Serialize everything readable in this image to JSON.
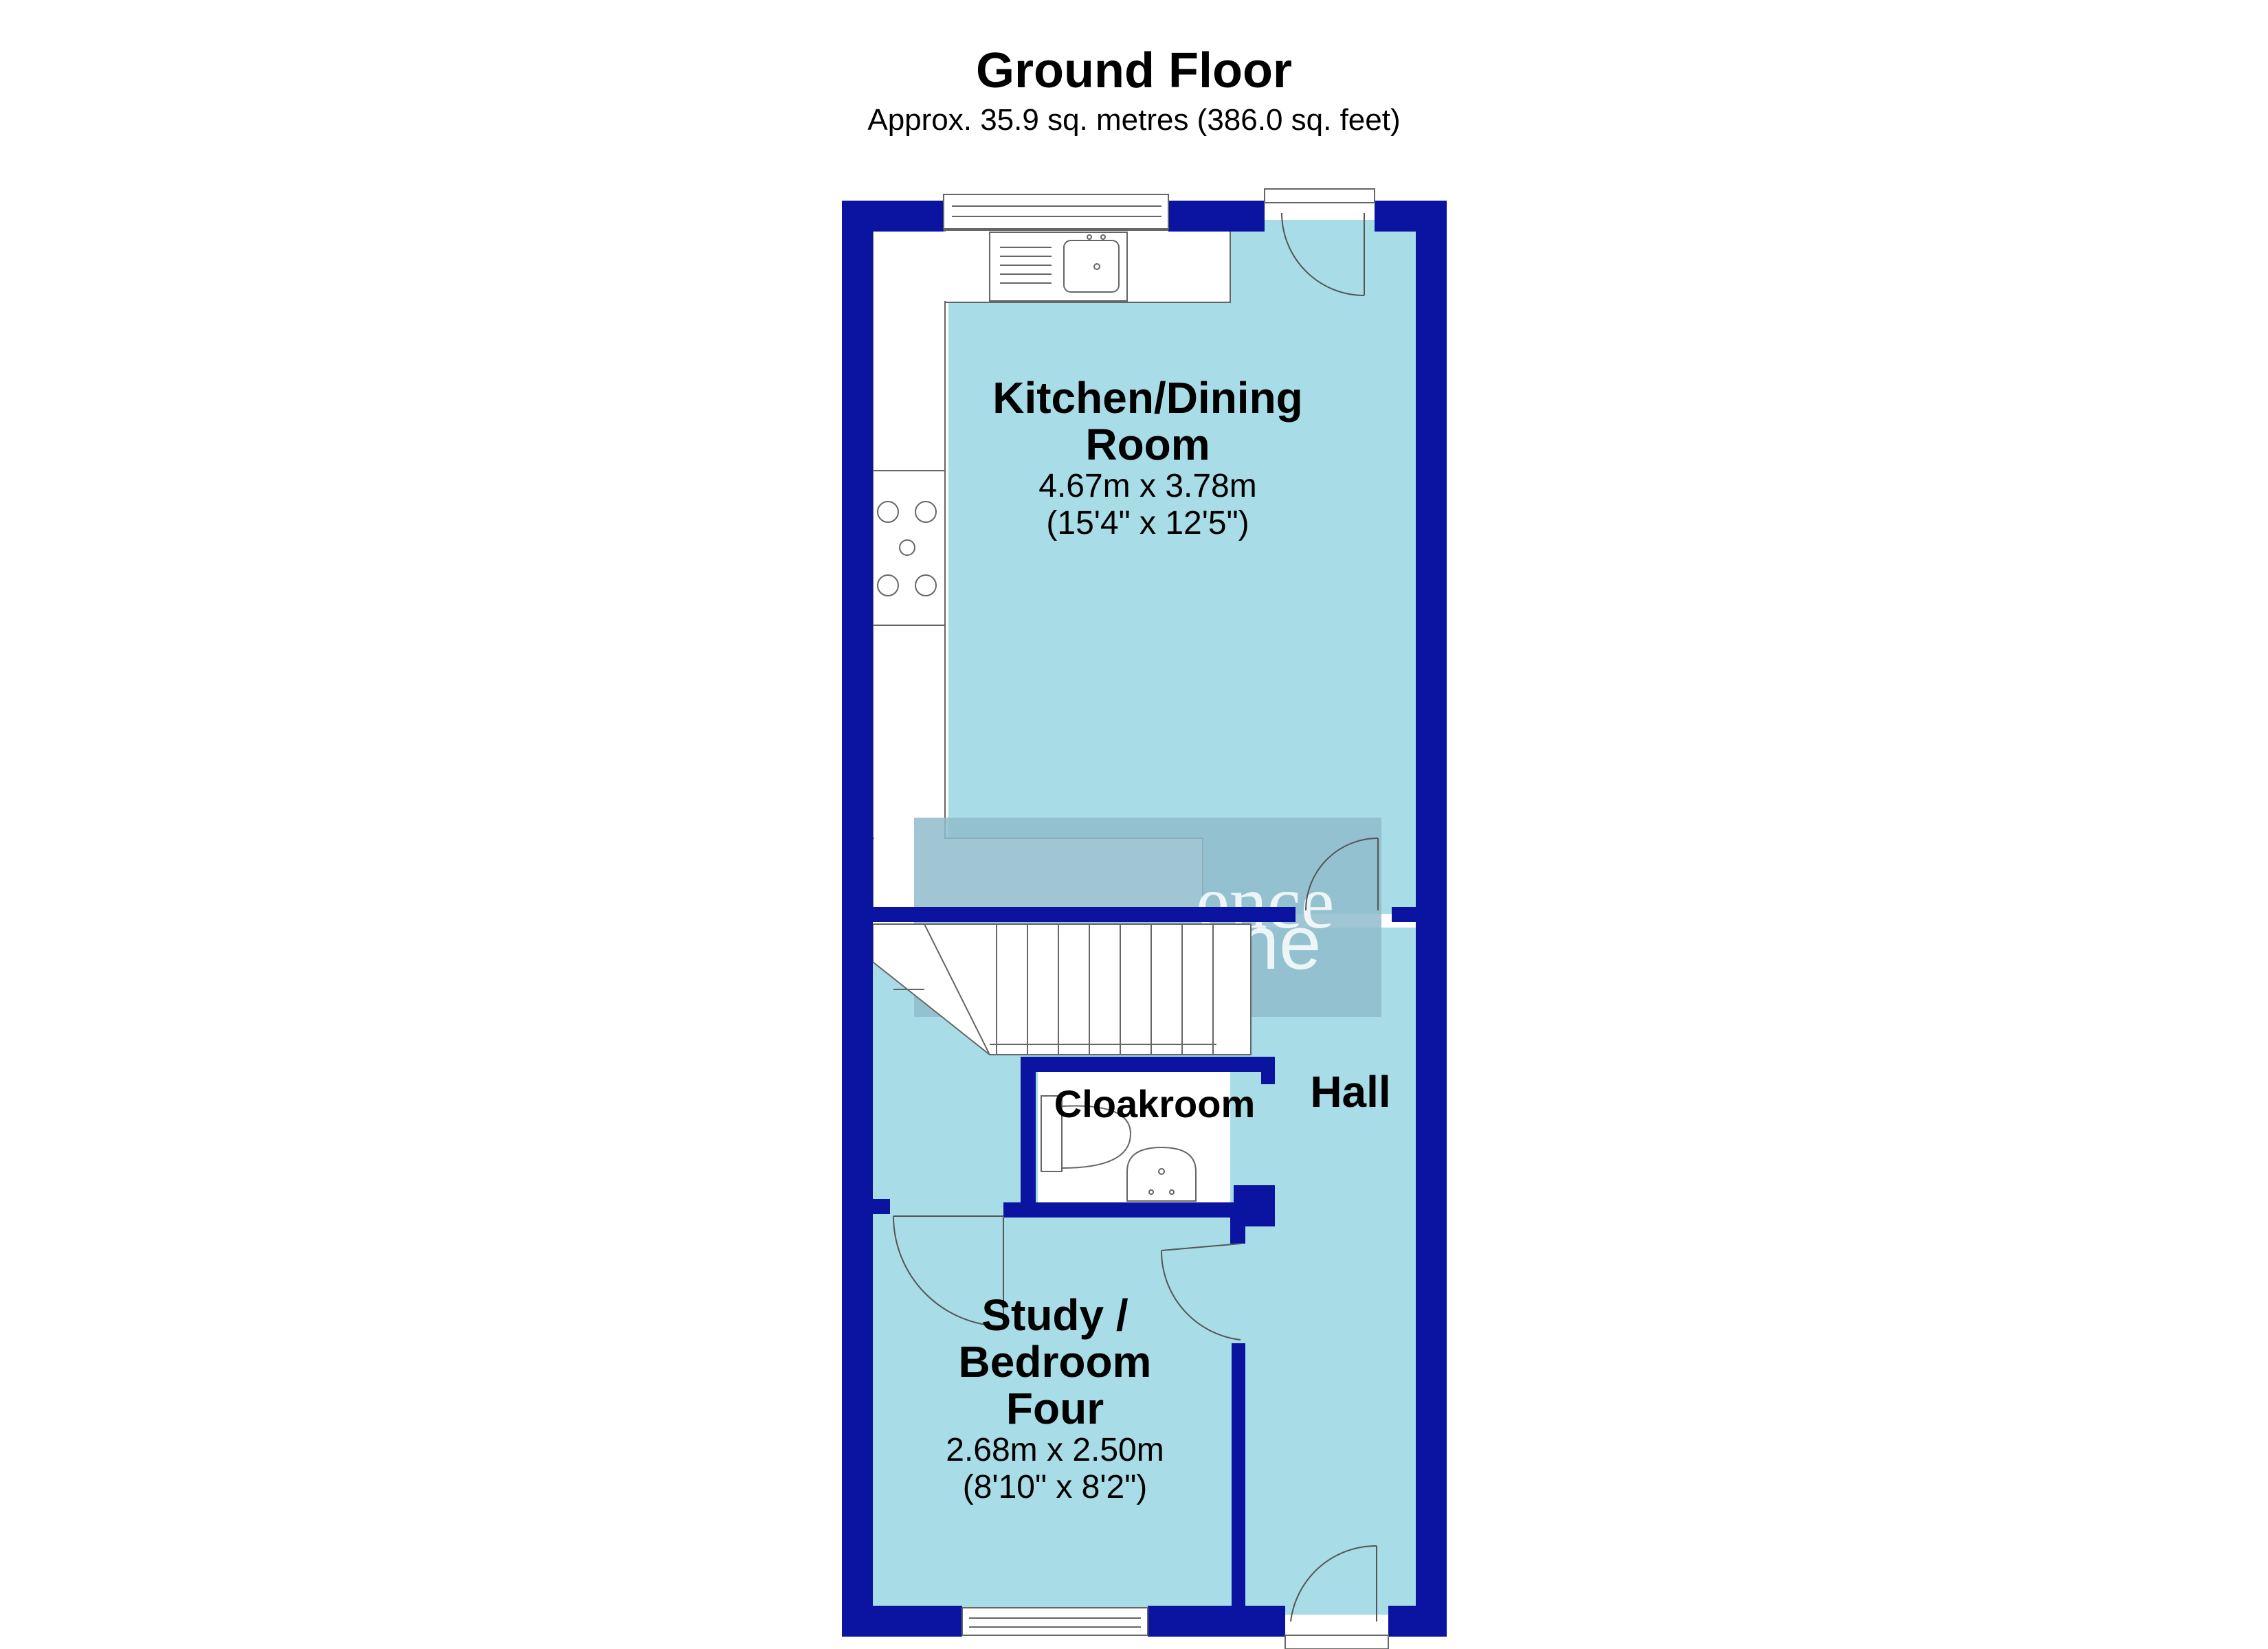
{
  "header": {
    "title": "Ground Floor",
    "subtitle": "Approx. 35.9 sq. metres (386.0 sq. feet)"
  },
  "rooms": {
    "kitchen": {
      "name_1": "Kitchen/Dining",
      "name_2": "Room",
      "metric": "4.67m x 3.78m",
      "imperial": "(15'4\" x 12'5\")"
    },
    "hall": {
      "name": "Hall"
    },
    "cloakroom": {
      "name": "Cloakroom"
    },
    "study": {
      "name_1": "Study /",
      "name_2": "Bedroom",
      "name_3": "Four",
      "metric": "2.68m x 2.50m",
      "imperial": "(8'10\" x 8'2\")"
    }
  },
  "watermark": {
    "line_1": "ence",
    "line_2": "ne"
  },
  "colors": {
    "wall": "#0a14a0",
    "floor": "#a8dce6",
    "watermark_box": "#8fbccb",
    "fixture_line": "#666666"
  }
}
